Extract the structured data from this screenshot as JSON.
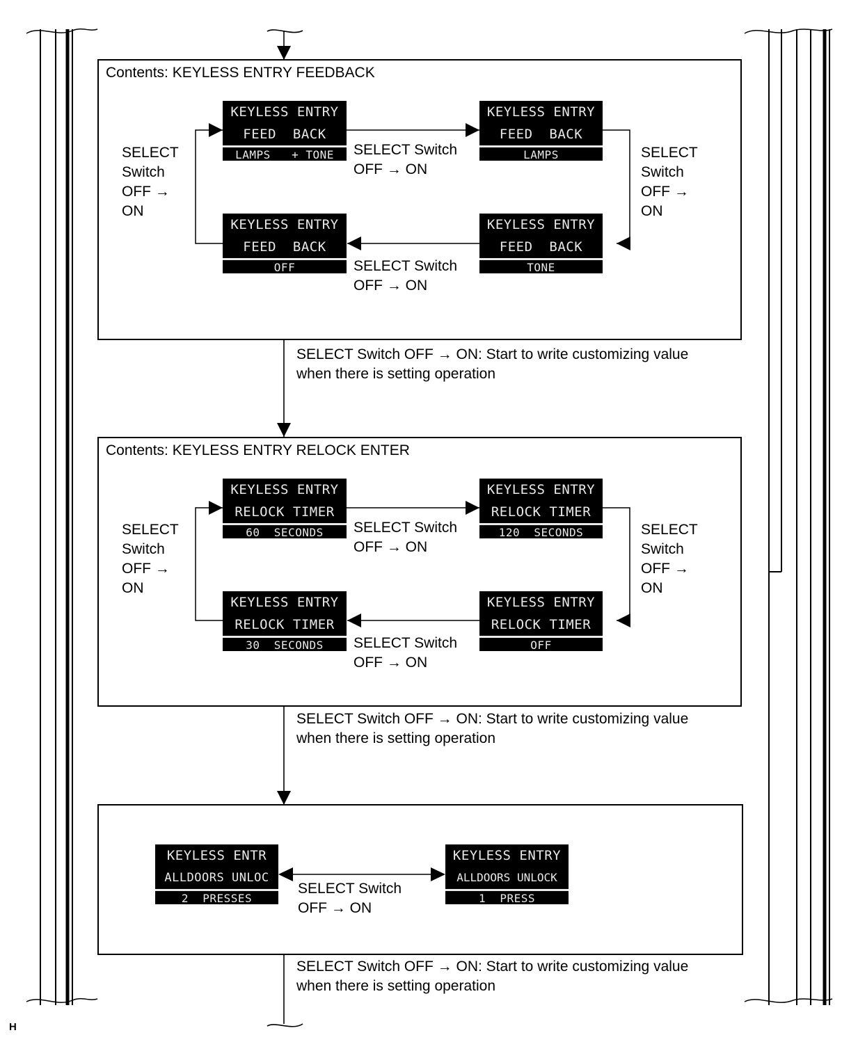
{
  "sections": [
    {
      "title": "Contents: KEYLESS ENTRY FEEDBACK",
      "screens": [
        {
          "line1": "KEYLESS ENTRY",
          "line2": "FEED  BACK",
          "line3": "LAMPS   + TONE"
        },
        {
          "line1": "KEYLESS ENTRY",
          "line2": "FEED  BACK",
          "line3": "LAMPS"
        },
        {
          "line1": "KEYLESS ENTRY",
          "line2": "FEED  BACK",
          "line3": "TONE"
        },
        {
          "line1": "KEYLESS ENTRY",
          "line2": "FEED  BACK",
          "line3": "OFF"
        }
      ],
      "left_loop_label": "SELECT\nSwitch\nOFF →\nON",
      "right_loop_label": "SELECT\nSwitch\nOFF →\nON",
      "top_arrow_label": "SELECT Switch\nOFF → ON",
      "bottom_arrow_label": "SELECT Switch\nOFF → ON",
      "exit_note": "SELECT Switch OFF → ON: Start to write customizing value\nwhen there is setting operation"
    },
    {
      "title": "Contents: KEYLESS ENTRY RELOCK ENTER",
      "screens": [
        {
          "line1": "KEYLESS ENTRY",
          "line2": "RELOCK TIMER",
          "line3": "60  SECONDS"
        },
        {
          "line1": "KEYLESS ENTRY",
          "line2": "RELOCK TIMER",
          "line3": "120  SECONDS"
        },
        {
          "line1": "KEYLESS ENTRY",
          "line2": "RELOCK TIMER",
          "line3": "OFF"
        },
        {
          "line1": "KEYLESS ENTRY",
          "line2": "RELOCK TIMER",
          "line3": "30  SECONDS"
        }
      ],
      "left_loop_label": "SELECT\nSwitch\nOFF →\nON",
      "right_loop_label": "SELECT\nSwitch\nOFF →\nON",
      "top_arrow_label": "SELECT Switch\nOFF → ON",
      "bottom_arrow_label": "SELECT Switch\nOFF → ON",
      "exit_note": "SELECT Switch OFF → ON: Start to write customizing value\nwhen there is setting operation"
    },
    {
      "title": "",
      "screens": [
        {
          "line1": "KEYLESS ENTR",
          "line2": "ALLDOORS UNLOC",
          "line3": "2  PRESSES"
        },
        {
          "line1": "KEYLESS ENTRY",
          "line2": "ALLDOORS UNLOCK",
          "line3": "1  PRESS"
        }
      ],
      "middle_arrow_label": "SELECT Switch\nOFF → ON",
      "exit_note": "SELECT Switch OFF → ON: Start to write customizing value\nwhen there is setting operation"
    }
  ],
  "corner_mark": "H"
}
